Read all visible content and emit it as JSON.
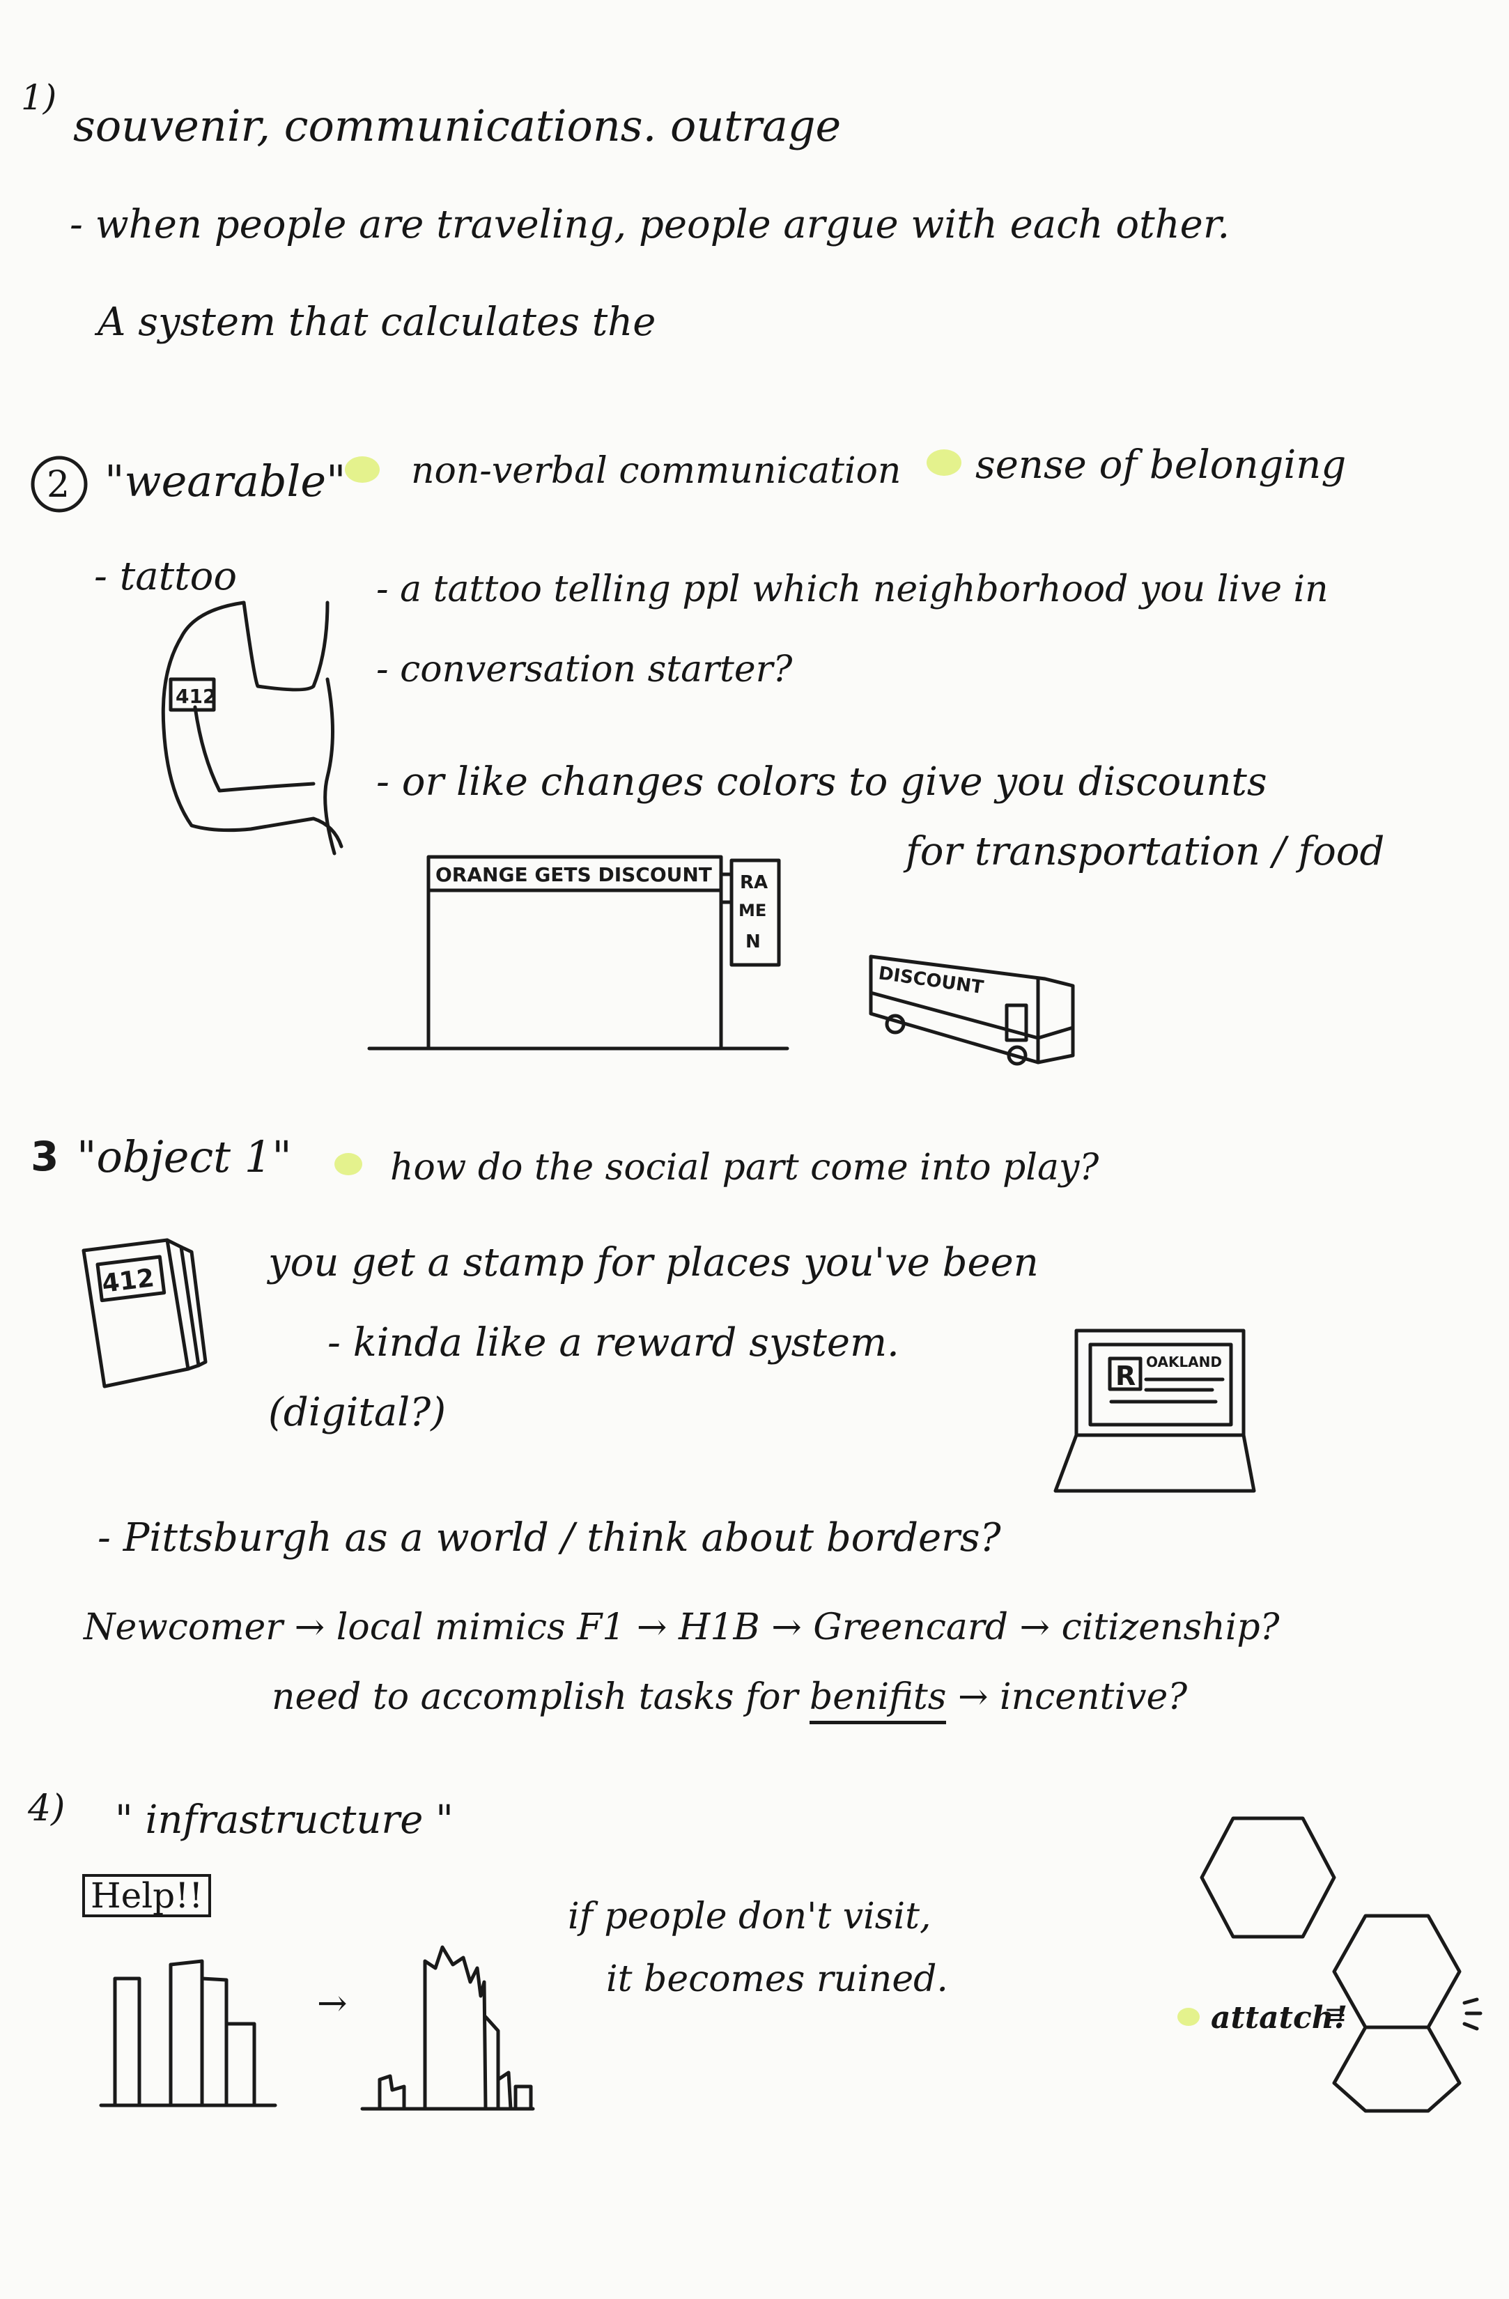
{
  "section1": {
    "number": "1)",
    "heading": "souvenir, communications. outrage",
    "line1": "- when people are traveling, people argue with each other.",
    "line2": "A system that calculates the"
  },
  "section2": {
    "number": "2",
    "title": "\"wearable\"",
    "tag1": "non-verbal communication",
    "tag2": "sense of belonging",
    "sub": "- tattoo",
    "bullet1": "- a tattoo telling ppl which neighborhood you live in",
    "bullet2": "- conversation starter?",
    "bullet3a": "- or like changes colors to give you discounts",
    "bullet3b": "for transportation / food",
    "sketch_arm_label": "412",
    "sketch_shop_sign": "ORANGE GETS DISCOUNT",
    "sketch_ramen_sign": [
      "RA",
      "ME",
      "N"
    ],
    "sketch_bus_label": "DISCOUNT"
  },
  "section3": {
    "number": "3",
    "title": "\"object 1\"",
    "tag": "how do the social part come into play?",
    "line1": "you get a stamp for places you've been",
    "line2": "- kinda like a reward system.",
    "line3": "(digital?)",
    "line4": "- Pittsburgh as a world / think about borders?",
    "line5": "Newcomer → local   mimics   F1 → H1B → Greencard → citizenship?",
    "line6_pre": "need to accomplish tasks for",
    "line6_ul": "benifits",
    "line6_post": "→ incentive?",
    "sketch_passport_label": "412",
    "sketch_laptop_label": "OAKLAND"
  },
  "section4": {
    "number": "4)",
    "title": "\" infrastructure \"",
    "help_sign": "Help!!",
    "line1": "if people don't visit,",
    "line2": "it becomes ruined.",
    "attach_label": "attatch!"
  },
  "colors": {
    "ink": "#1a1a1a",
    "highlight": "#dff07a",
    "paper": "#fbfbf9"
  }
}
